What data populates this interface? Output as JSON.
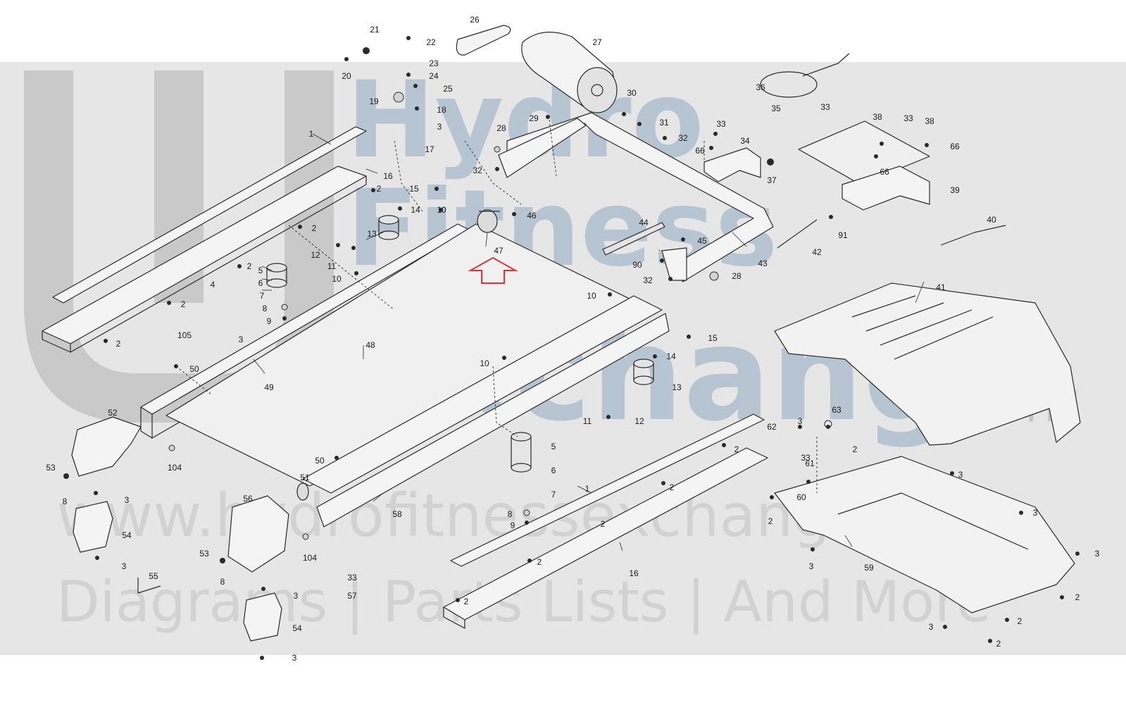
{
  "watermark": {
    "line1": "Hydro",
    "line2": "Fitness",
    "line3": "Exchange",
    "trademark": "TM",
    "url": "www.hydrofitnessexchange.com",
    "tagline": "Diagrams | Parts Lists | And More"
  },
  "colors": {
    "background": "#ffffff",
    "band": "#e6e6e6",
    "watermark_blue": "#b7c5d3",
    "watermark_gray": "#d2d2d2",
    "line": "#2a2a2a",
    "arrow": "#d23a3a"
  },
  "icons": [
    "up-arrow-icon",
    "logo-mark-icon"
  ],
  "callouts": {
    "c21": "21",
    "c22": "22",
    "c26": "26",
    "c27": "27",
    "c20": "20",
    "c23": "23",
    "c24": "24",
    "c25": "25",
    "c19": "19",
    "c18": "18",
    "c30": "30",
    "c29": "29",
    "c31": "31",
    "c36": "36",
    "c35": "35",
    "c33a": "33",
    "c38a": "38",
    "c33b": "33",
    "c38b": "38",
    "c33c": "33",
    "c1a": "1",
    "c3a": "3",
    "c17": "17",
    "c28a": "28",
    "c32a": "32",
    "c34": "34",
    "c66a": "66",
    "c66b": "66",
    "c16a": "16",
    "c2a": "2",
    "c32b": "32",
    "c37": "37",
    "c66c": "66",
    "c39": "39",
    "c15a": "15",
    "c14a": "14",
    "c10a": "10",
    "c46": "46",
    "c44": "44",
    "c45": "45",
    "c42": "42",
    "c91": "91",
    "c40": "40",
    "c13a": "13",
    "c2b": "2",
    "c12a": "12",
    "c11a": "11",
    "c47": "47",
    "c43": "43",
    "c90": "90",
    "c32c": "32",
    "c28b": "28",
    "c5a": "5",
    "c2c": "2",
    "c6a": "6",
    "c10b": "10",
    "c7a": "7",
    "c4": "4",
    "c2d": "2",
    "c8a": "8",
    "c9a": "9",
    "c3b": "3",
    "c10c": "10",
    "c41": "41",
    "c15b": "15",
    "c105": "105",
    "c2e": "2",
    "c48": "48",
    "c14b": "14",
    "c50a": "50",
    "c49": "49",
    "c10d": "10",
    "c13b": "13",
    "c52": "52",
    "c11b": "11",
    "c12b": "12",
    "c63": "63",
    "c3c": "3",
    "c62": "62",
    "c50b": "50",
    "c5b": "5",
    "c2f": "2",
    "c33d": "33",
    "c2g": "2",
    "c104a": "104",
    "c53a": "53",
    "c6b": "6",
    "c61": "61",
    "c3d": "3",
    "c8b": "8",
    "c3e": "3",
    "c51": "51",
    "c1b": "1",
    "c2h": "2",
    "c60": "60",
    "c7b": "7",
    "c58": "58",
    "c56": "56",
    "c54a": "54",
    "c8c": "8",
    "c3f": "3",
    "c9b": "9",
    "c2i": "2",
    "c2j": "2",
    "c3g": "3",
    "c104b": "104",
    "c3h": "3",
    "c53b": "53",
    "c2k": "2",
    "c33e": "33",
    "c3i": "3",
    "c55": "55",
    "c57": "57",
    "c8d": "8",
    "c3j": "3",
    "c16b": "16",
    "c59": "59",
    "c2l": "2",
    "c2m": "2",
    "c54b": "54",
    "c3k": "3",
    "c2n": "2",
    "c3l": "3",
    "c2o": "2"
  }
}
